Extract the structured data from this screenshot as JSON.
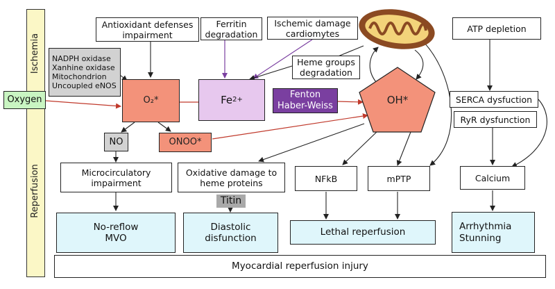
{
  "side_labels": {
    "top": "Ischemia",
    "bottom": "Reperfusion"
  },
  "inputs": {
    "oxygen": "Oxygen"
  },
  "sources": "NADPH oxidase\nXanhine oxidase\nMitochondrion\nUncoupled eNOS",
  "top_row": {
    "antioxidant": "Antioxidant defenses\nimpairment",
    "ferritin": "Ferritin\ndegradation",
    "ischemic": "Ischemic damage\ncardiomytes",
    "heme": "Heme groups\ndegradation",
    "atp": "ATP depletion"
  },
  "species": {
    "o2": "O₂*",
    "fe_base": "Fe",
    "fe_sup": "2+",
    "fenton": "Fenton\nHaber-Weiss",
    "oh": "OH*",
    "no": "NO",
    "onoo": "ONOO*"
  },
  "middle": {
    "serca": "SERCA dysfuction",
    "ryr": "RyR dysfunction",
    "microcirc": "Microcirculatory\nimpairment",
    "oxidative": "Oxidative damage to\nheme proteins",
    "nfkb": "NFkB",
    "mptp": "mPTP",
    "calcium": "Calcium",
    "titin": "Titin"
  },
  "outcomes": {
    "noreflow": "No-reflow\nMVO",
    "diastolic": "Diastolic\ndisfunction",
    "lethal": "Lethal reperfusion",
    "arrhythmia": "Arrhythmia\nStunning"
  },
  "footer": "Myocardial reperfusion injury",
  "colors": {
    "side_bar": "#fbf7c6",
    "outcome": "#dff6fb",
    "reactive": "#f3927a",
    "iron": "#e7c8ee",
    "fenton": "#7a3fa0",
    "sources": "#d2d2d2",
    "oxygen": "#c9f5c2",
    "red_arrow": "#c0392b",
    "purple_arrow": "#7a3fa0",
    "black_arrow": "#222222"
  },
  "icons": [
    "mitochondrion-icon"
  ]
}
